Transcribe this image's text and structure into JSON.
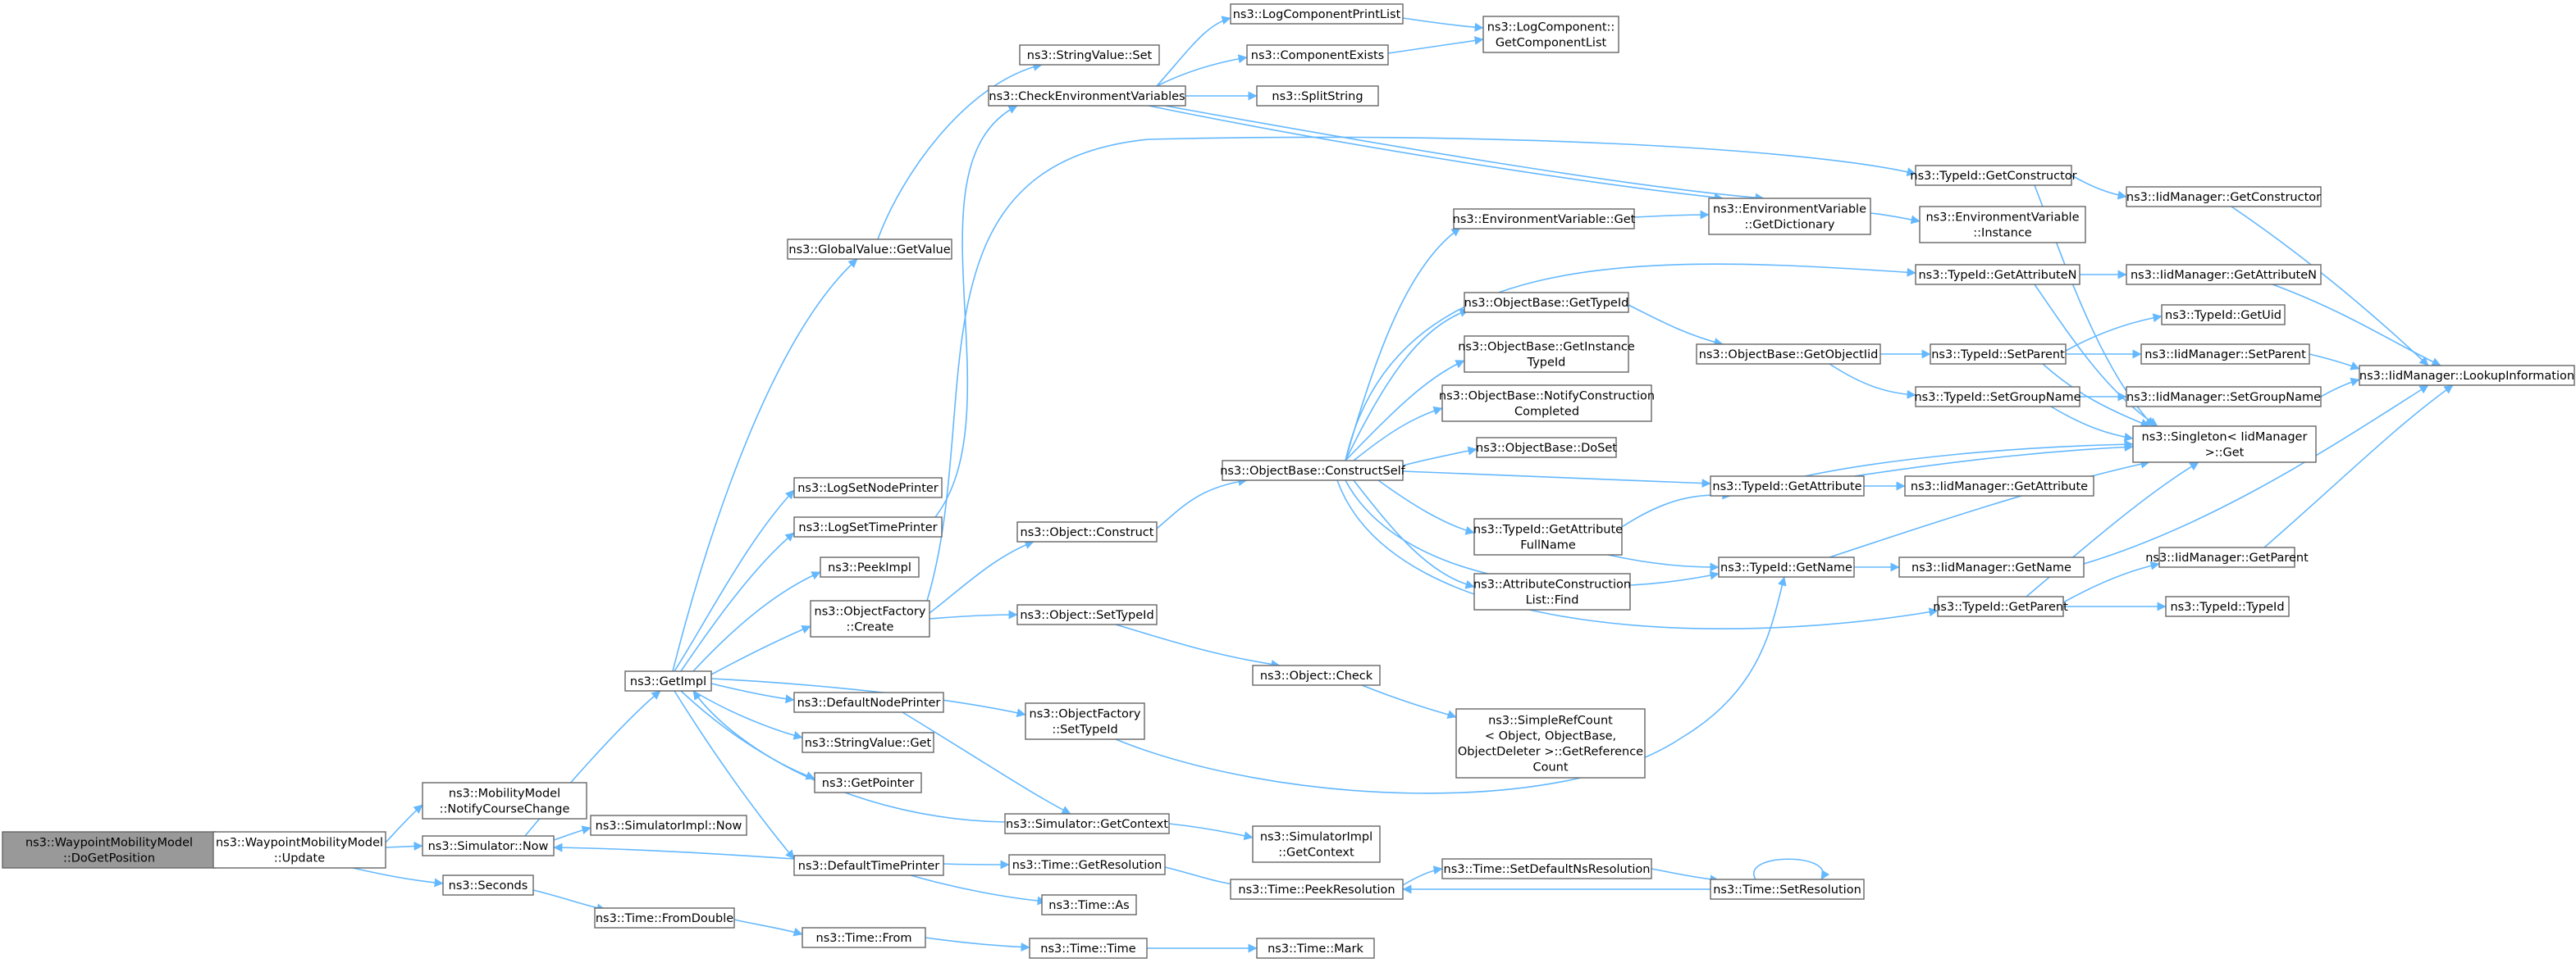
{
  "colors": {
    "edge": "#63b8ff",
    "node_border": "#666666",
    "root_fill": "#999999",
    "node_fill": "#ffffff"
  },
  "nodes": {
    "n00": [
      "ns3::WaypointMobilityModel",
      "::DoGetPosition"
    ],
    "n01": [
      "ns3::WaypointMobilityModel",
      "::Update"
    ],
    "n02": [
      "ns3::MobilityModel",
      "::NotifyCourseChange"
    ],
    "n03": [
      "ns3::Simulator::Now"
    ],
    "n04": [
      "ns3::Seconds"
    ],
    "n05": [
      "ns3::SimulatorImpl::Now"
    ],
    "n06": [
      "ns3::GetImpl"
    ],
    "n07": [
      "ns3::Time::FromDouble"
    ],
    "n08": [
      "ns3::GlobalValue::GetValue"
    ],
    "n09": [
      "ns3::LogSetNodePrinter"
    ],
    "n10": [
      "ns3::LogSetTimePrinter"
    ],
    "n11": [
      "ns3::PeekImpl"
    ],
    "n12": [
      "ns3::ObjectFactory",
      "::Create"
    ],
    "n13": [
      "ns3::DefaultNodePrinter"
    ],
    "n14": [
      "ns3::StringValue::Get"
    ],
    "n15": [
      "ns3::GetPointer"
    ],
    "n16": [
      "ns3::DefaultTimePrinter"
    ],
    "n17": [
      "ns3::Time::From"
    ],
    "n18": [
      "ns3::StringValue::Set"
    ],
    "n19": [
      "ns3::CheckEnvironmentVariables"
    ],
    "n20": [
      "ns3::Object::Construct"
    ],
    "n21": [
      "ns3::Object::SetTypeId"
    ],
    "n22": [
      "ns3::ObjectFactory",
      "::SetTypeId"
    ],
    "n23": [
      "ns3::Simulator::GetContext"
    ],
    "n24": [
      "ns3::Time::GetResolution"
    ],
    "n25": [
      "ns3::Time::As"
    ],
    "n26": [
      "ns3::Time::Time"
    ],
    "n27": [
      "ns3::LogComponentPrintList"
    ],
    "n28": [
      "ns3::ComponentExists"
    ],
    "n29": [
      "ns3::SplitString"
    ],
    "n30": [
      "ns3::ObjectBase::ConstructSelf"
    ],
    "n31": [
      "ns3::Object::Check"
    ],
    "n32": [
      "ns3::SimulatorImpl",
      "::GetContext"
    ],
    "n33": [
      "ns3::Time::PeekResolution"
    ],
    "n34": [
      "ns3::Time::Mark"
    ],
    "n35": [
      "ns3::LogComponent::",
      "GetComponentList"
    ],
    "n36": [
      "ns3::EnvironmentVariable::Get"
    ],
    "n37": [
      "ns3::ObjectBase::GetTypeId"
    ],
    "n38": [
      "ns3::ObjectBase::GetInstance",
      "TypeId"
    ],
    "n39": [
      "ns3::ObjectBase::NotifyConstruction",
      "Completed"
    ],
    "n40": [
      "ns3::ObjectBase::DoSet"
    ],
    "n41": [
      "ns3::TypeId::GetAttribute",
      "FullName"
    ],
    "n42": [
      "ns3::AttributeConstruction",
      "List::Find"
    ],
    "n43": [
      "ns3::SimpleRefCount",
      "< Object, ObjectBase,",
      " ObjectDeleter >::GetReference",
      "Count"
    ],
    "n44": [
      "ns3::Time::SetDefaultNsResolution"
    ],
    "n45": [
      "ns3::EnvironmentVariable",
      "::GetDictionary"
    ],
    "n46": [
      "ns3::ObjectBase::GetObjectIid"
    ],
    "n47": [
      "ns3::TypeId::GetAttribute"
    ],
    "n48": [
      "ns3::TypeId::GetName"
    ],
    "n49": [
      "ns3::Time::SetResolution"
    ],
    "n50": [
      "ns3::EnvironmentVariable",
      "::Instance"
    ],
    "n51": [
      "ns3::TypeId::GetConstructor"
    ],
    "n52": [
      "ns3::TypeId::GetAttributeN"
    ],
    "n53": [
      "ns3::TypeId::SetParent"
    ],
    "n54": [
      "ns3::TypeId::SetGroupName"
    ],
    "n55": [
      "ns3::IidManager::GetAttribute"
    ],
    "n56": [
      "ns3::IidManager::GetName"
    ],
    "n57": [
      "ns3::TypeId::GetParent"
    ],
    "n58": [
      "ns3::IidManager::GetConstructor"
    ],
    "n59": [
      "ns3::IidManager::GetAttributeN"
    ],
    "n60": [
      "ns3::TypeId::GetUid"
    ],
    "n61": [
      "ns3::IidManager::SetParent"
    ],
    "n62": [
      "ns3::IidManager::SetGroupName"
    ],
    "n63": [
      "ns3::Singleton< IidManager",
      " >::Get"
    ],
    "n64": [
      "ns3::IidManager::GetParent"
    ],
    "n65": [
      "ns3::TypeId::TypeId"
    ],
    "n66": [
      "ns3::IidManager::LookupInformation"
    ]
  }
}
